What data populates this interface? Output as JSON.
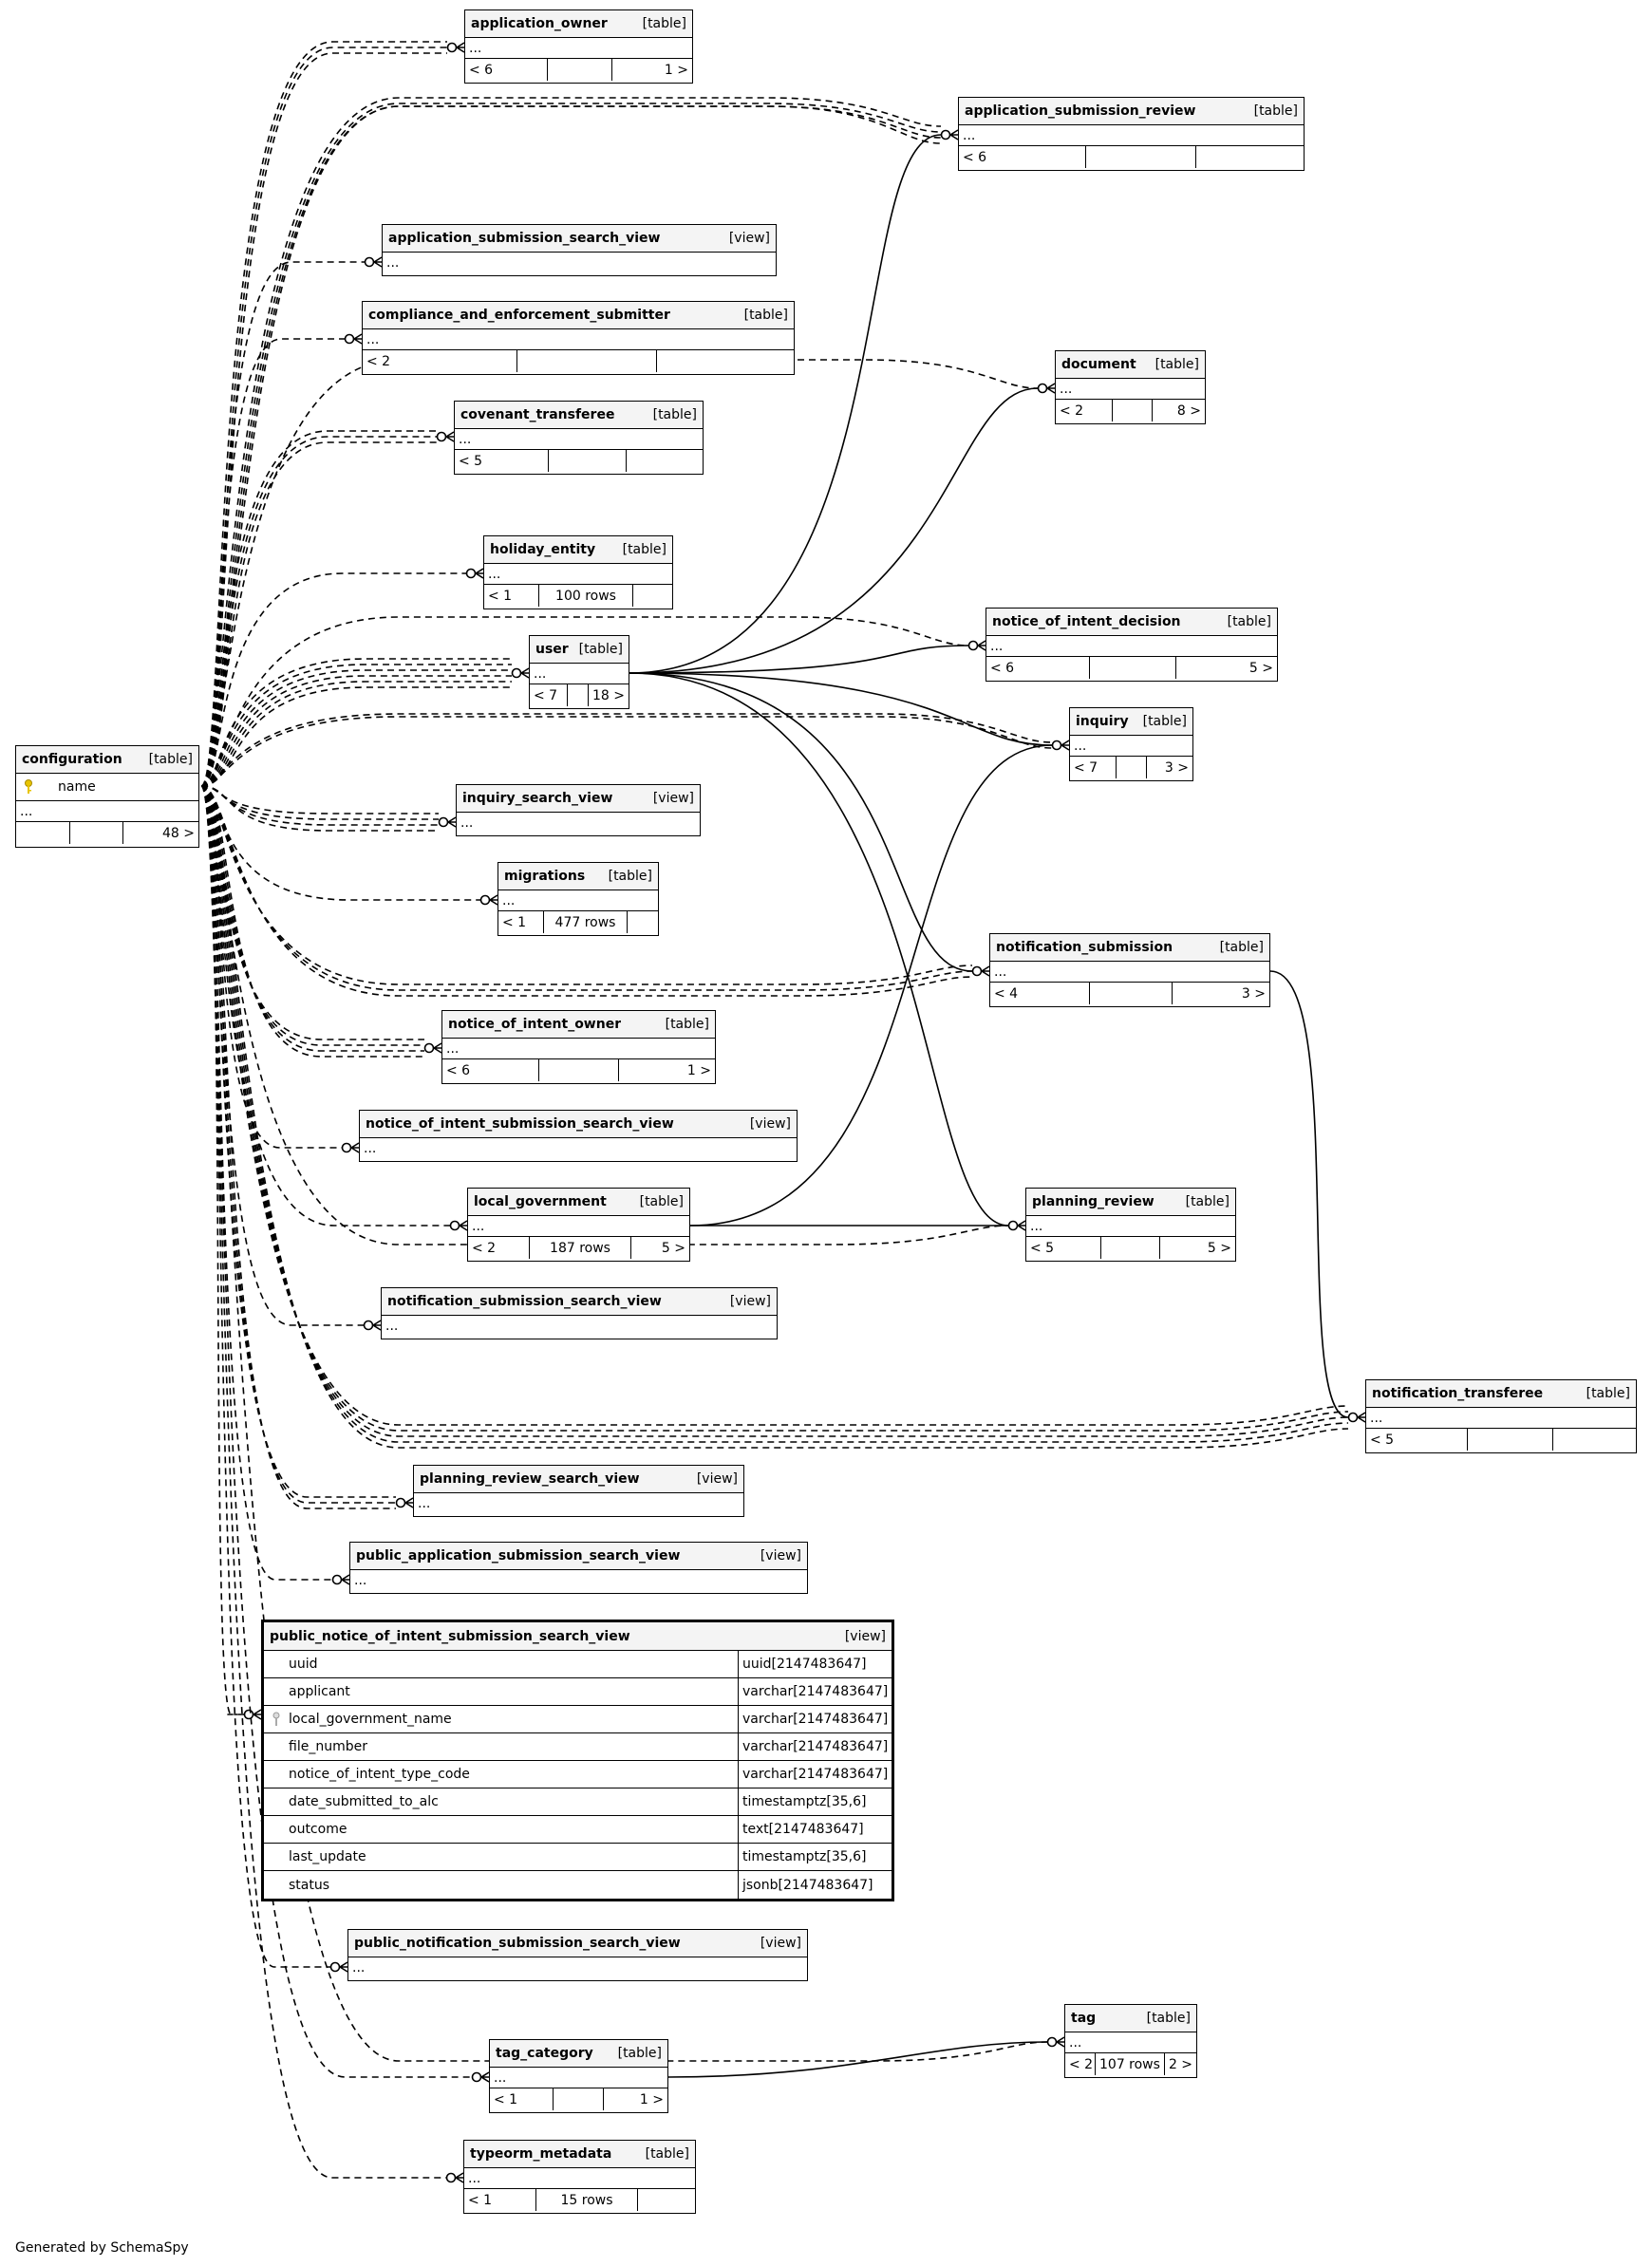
{
  "footer": "Generated by SchemaSpy",
  "configuration": {
    "name": "configuration",
    "kind": "[table]",
    "pk_column": "name",
    "more": "...",
    "f1": "",
    "f2": "",
    "f3": "48 >"
  },
  "application_owner": {
    "name": "application_owner",
    "kind": "[table]",
    "more": "...",
    "f1": "< 6",
    "f2": "",
    "f3": "1 >"
  },
  "application_submission_review": {
    "name": "application_submission_review",
    "kind": "[table]",
    "more": "...",
    "f1": "< 6",
    "f2": "",
    "f3": ""
  },
  "application_submission_search_view": {
    "name": "application_submission_search_view",
    "kind": "[view]",
    "more": "..."
  },
  "compliance_and_enforcement_submitter": {
    "name": "compliance_and_enforcement_submitter",
    "kind": "[table]",
    "more": "...",
    "f1": "< 2",
    "f2": "",
    "f3": ""
  },
  "document": {
    "name": "document",
    "kind": "[table]",
    "more": "...",
    "f1": "< 2",
    "f2": "",
    "f3": "8 >"
  },
  "covenant_transferee": {
    "name": "covenant_transferee",
    "kind": "[table]",
    "more": "...",
    "f1": "< 5",
    "f2": "",
    "f3": ""
  },
  "holiday_entity": {
    "name": "holiday_entity",
    "kind": "[table]",
    "more": "...",
    "f1": "< 1",
    "f2": "100 rows",
    "f3": ""
  },
  "notice_of_intent_decision": {
    "name": "notice_of_intent_decision",
    "kind": "[table]",
    "more": "...",
    "f1": "< 6",
    "f2": "",
    "f3": "5 >"
  },
  "user": {
    "name": "user",
    "kind": "[table]",
    "more": "...",
    "f1": "< 7",
    "f2": "",
    "f3": "18 >"
  },
  "inquiry": {
    "name": "inquiry",
    "kind": "[table]",
    "more": "...",
    "f1": "< 7",
    "f2": "",
    "f3": "3 >"
  },
  "inquiry_search_view": {
    "name": "inquiry_search_view",
    "kind": "[view]",
    "more": "..."
  },
  "migrations": {
    "name": "migrations",
    "kind": "[table]",
    "more": "...",
    "f1": "< 1",
    "f2": "477 rows",
    "f3": ""
  },
  "notification_submission": {
    "name": "notification_submission",
    "kind": "[table]",
    "more": "...",
    "f1": "< 4",
    "f2": "",
    "f3": "3 >"
  },
  "notice_of_intent_owner": {
    "name": "notice_of_intent_owner",
    "kind": "[table]",
    "more": "...",
    "f1": "< 6",
    "f2": "",
    "f3": "1 >"
  },
  "notice_of_intent_submission_search_view": {
    "name": "notice_of_intent_submission_search_view",
    "kind": "[view]",
    "more": "..."
  },
  "local_government": {
    "name": "local_government",
    "kind": "[table]",
    "more": "...",
    "f1": "< 2",
    "f2": "187 rows",
    "f3": "5 >"
  },
  "planning_review": {
    "name": "planning_review",
    "kind": "[table]",
    "more": "...",
    "f1": "< 5",
    "f2": "",
    "f3": "5 >"
  },
  "notification_submission_search_view": {
    "name": "notification_submission_search_view",
    "kind": "[view]",
    "more": "..."
  },
  "notification_transferee": {
    "name": "notification_transferee",
    "kind": "[table]",
    "more": "...",
    "f1": "< 5",
    "f2": "",
    "f3": ""
  },
  "planning_review_search_view": {
    "name": "planning_review_search_view",
    "kind": "[view]",
    "more": "..."
  },
  "public_application_submission_search_view": {
    "name": "public_application_submission_search_view",
    "kind": "[view]",
    "more": "..."
  },
  "public_notice_of_intent_submission_search_view": {
    "name": "public_notice_of_intent_submission_search_view",
    "kind": "[view]",
    "columns": [
      {
        "name": "uuid",
        "type": "uuid[2147483647]"
      },
      {
        "name": "applicant",
        "type": "varchar[2147483647]"
      },
      {
        "name": "local_government_name",
        "type": "varchar[2147483647]"
      },
      {
        "name": "file_number",
        "type": "varchar[2147483647]"
      },
      {
        "name": "notice_of_intent_type_code",
        "type": "varchar[2147483647]"
      },
      {
        "name": "date_submitted_to_alc",
        "type": "timestamptz[35,6]"
      },
      {
        "name": "outcome",
        "type": "text[2147483647]"
      },
      {
        "name": "last_update",
        "type": "timestamptz[35,6]"
      },
      {
        "name": "status",
        "type": "jsonb[2147483647]"
      }
    ]
  },
  "public_notification_submission_search_view": {
    "name": "public_notification_submission_search_view",
    "kind": "[view]",
    "more": "..."
  },
  "tag": {
    "name": "tag",
    "kind": "[table]",
    "more": "...",
    "f1": "< 2",
    "f2": "107 rows",
    "f3": "2 >"
  },
  "tag_category": {
    "name": "tag_category",
    "kind": "[table]",
    "more": "...",
    "f1": "< 1",
    "f2": "",
    "f3": "1 >"
  },
  "typeorm_metadata": {
    "name": "typeorm_metadata",
    "kind": "[table]",
    "more": "...",
    "f1": "< 1",
    "f2": "15 rows",
    "f3": ""
  }
}
